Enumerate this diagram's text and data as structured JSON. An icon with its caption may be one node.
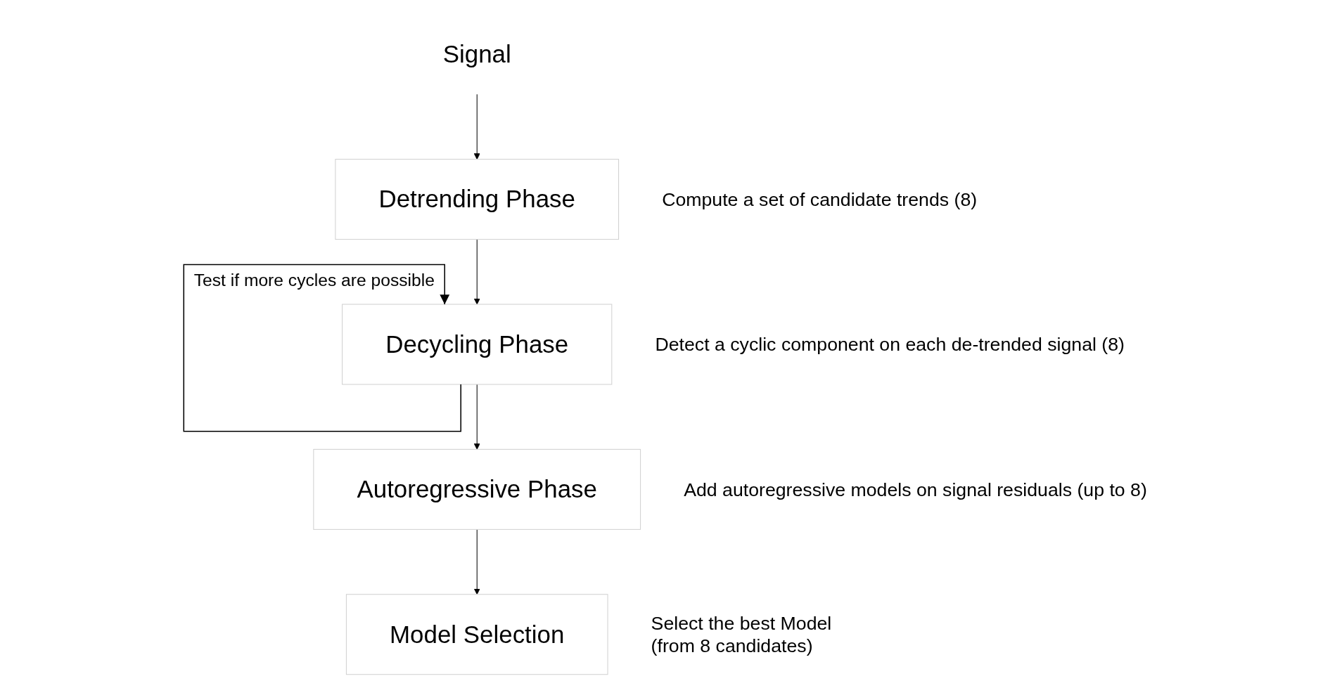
{
  "diagram": {
    "nodes": [
      {
        "text": [
          "Signal"
        ]
      },
      {
        "text": [
          "Detrending Phase"
        ],
        "beside": [
          "Compute a set of candidate trends (8)"
        ]
      },
      {
        "text": [
          "Decycling Phase"
        ],
        "beside": [
          "Detect a cyclic component on each de-trended signal (8)"
        ]
      },
      {
        "text": [
          "Autoregressive Phase"
        ],
        "beside": [
          "Add autoregressive models on signal residuals (up to 8)"
        ]
      },
      {
        "text": [
          "Model Selection"
        ],
        "beside": [
          "Select the best Model",
          "(from 8 candidates)"
        ]
      }
    ],
    "edges": [
      {
        "from": 0,
        "to": 1,
        "arrow": "to"
      },
      {
        "from": 1,
        "to": 2,
        "arrow": "to"
      },
      {
        "from": 2,
        "to": 2,
        "arrow": "to",
        "label": "Test if more cycles are possible"
      },
      {
        "from": 2,
        "to": 3,
        "arrow": "to"
      },
      {
        "from": 3,
        "to": 4,
        "arrow": "to"
      }
    ]
  }
}
